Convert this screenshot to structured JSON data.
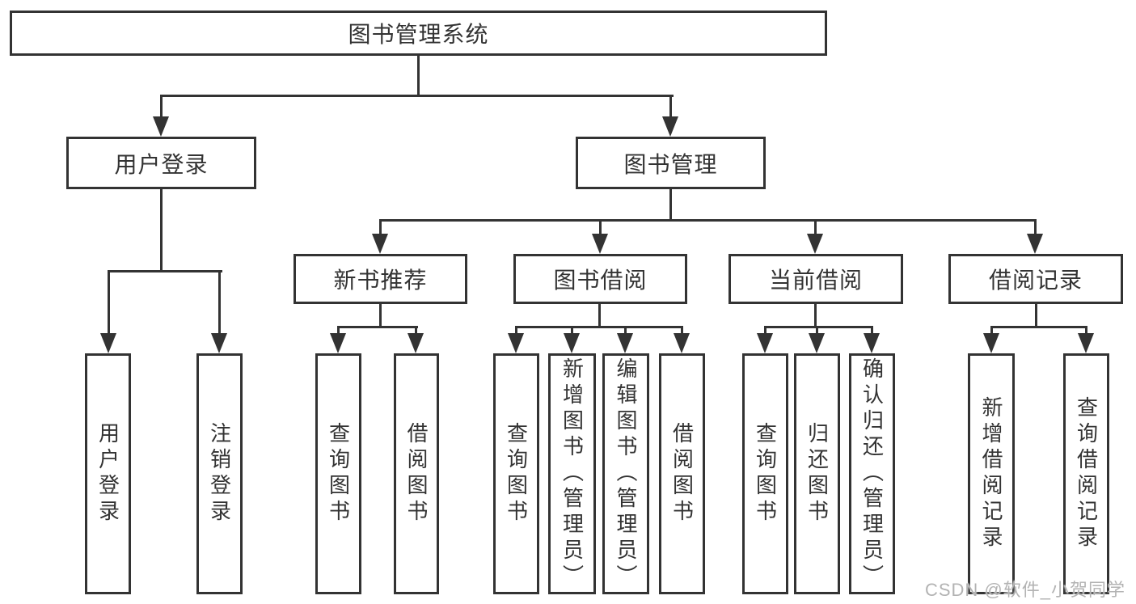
{
  "diagram": {
    "root": {
      "label": "图书管理系统"
    },
    "level1": [
      {
        "label": "用户登录"
      },
      {
        "label": "图书管理"
      }
    ],
    "level2": [
      {
        "label": "新书推荐"
      },
      {
        "label": "图书借阅"
      },
      {
        "label": "当前借阅"
      },
      {
        "label": "借阅记录"
      }
    ],
    "leaves": {
      "user_login": [
        "用户登录",
        "注销登录"
      ],
      "new_book": [
        "查询图书",
        "借阅图书"
      ],
      "book_borrow": [
        "查询图书",
        "新增图书（管理员）",
        "编辑图书（管理员）",
        "借阅图书"
      ],
      "current_borrow": [
        "查询图书",
        "归还图书",
        "确认归还（管理员）"
      ],
      "borrow_record": [
        "新增借阅记录",
        "查询借阅记录"
      ]
    }
  },
  "watermark": {
    "text": "CSDN @软件_小贺同学"
  },
  "colors": {
    "line": "#333333",
    "text": "#333333",
    "box_background": "#ffffff",
    "page_background": "#ffffff",
    "watermark": "#b3b3b3"
  }
}
